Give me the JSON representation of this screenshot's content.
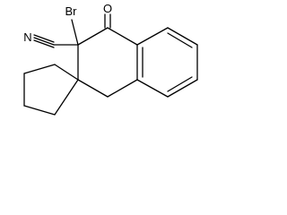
{
  "structure": {
    "atoms": {
      "bromine": "Br",
      "carbonyl_oxygen": "O",
      "nitrile_nitrogen": "N"
    }
  },
  "colors": {
    "bond": "#000000",
    "label": "#000000",
    "background": "#ffffff"
  }
}
